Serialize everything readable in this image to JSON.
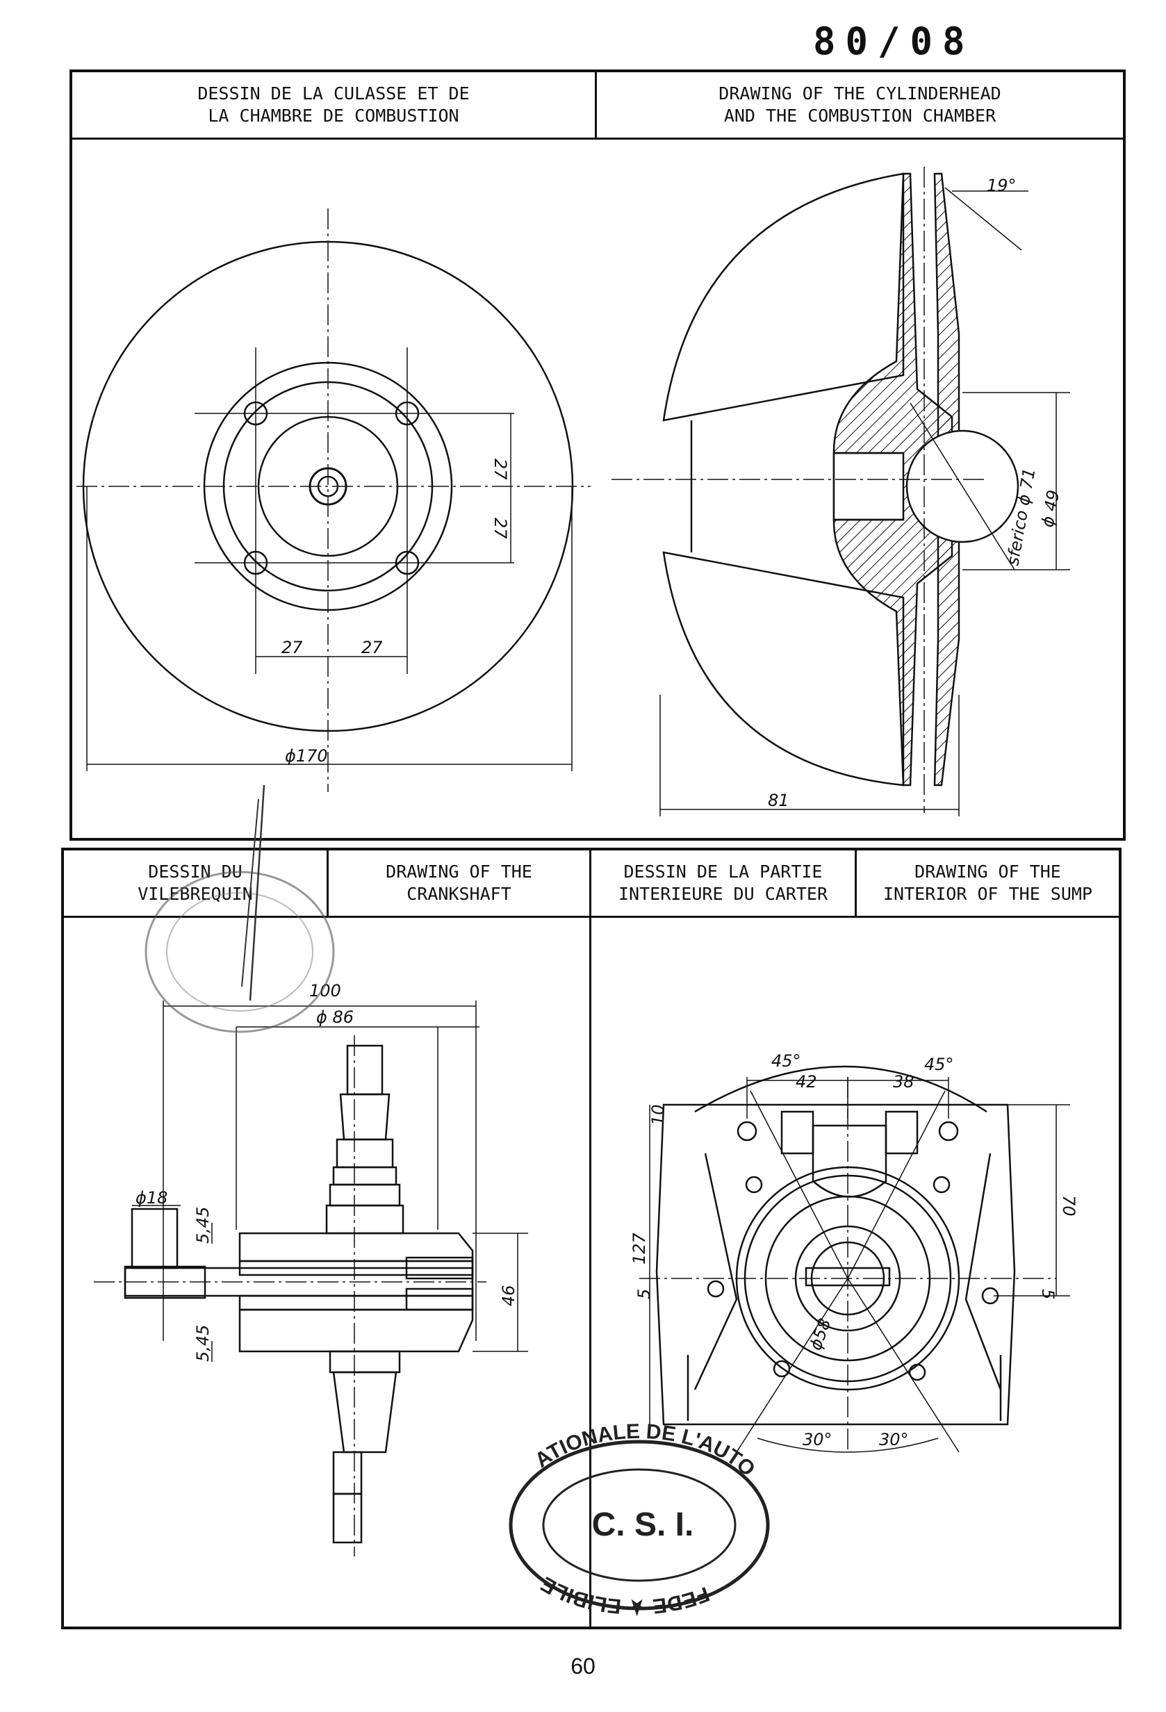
{
  "header": {
    "doc_number": "80/08"
  },
  "top": {
    "title_fr": [
      "DESSIN DE LA CULASSE ET DE",
      "LA CHAMBRE DE COMBUSTION"
    ],
    "title_en": [
      "DRAWING OF THE CYLINDERHEAD",
      "AND THE COMBUSTION CHAMBER"
    ],
    "head_plan": {
      "dim_bolt_x1": "27",
      "dim_bolt_x2": "27",
      "dim_bolt_y1": "27",
      "dim_bolt_y2": "27",
      "dim_diameter": "ϕ170"
    },
    "head_section": {
      "angle": "19°",
      "dim_sphere": "sferico ϕ 71",
      "dim_bore": "ϕ 49",
      "dim_height": "81"
    }
  },
  "bottom_left": {
    "title_fr": [
      "DESSIN DU",
      "VILEBREQUIN"
    ],
    "title_en": [
      "DRAWING OF THE",
      "CRANKSHAFT"
    ],
    "dims": {
      "overall": "100",
      "web_diameter": "ϕ 86",
      "pin_diameter": "ϕ18",
      "web_thickness_top": "5,45",
      "web_thickness_bottom": "5,45",
      "stroke": "46"
    }
  },
  "bottom_right": {
    "title_fr": [
      "DESSIN DE LA PARTIE",
      "INTERIEURE DU CARTER"
    ],
    "title_en": [
      "DRAWING OF THE",
      "INTERIOR OF THE SUMP"
    ],
    "dims": {
      "angle_left": "45°",
      "angle_right": "45°",
      "width_left": "42",
      "width_right": "38",
      "top": "10",
      "right_height": "70",
      "left_height": "127",
      "left_small": "5",
      "right_small": "5",
      "radius": "ϕ58",
      "angle_bottom_left": "30°",
      "angle_bottom_right": "30°"
    }
  },
  "stamp": {
    "center": "C. S. I.",
    "ring_top": "ATIONALE DE L'AUTO",
    "ring_bottom": "FEDE ★ ELIBILE"
  },
  "footer": {
    "page_number": "60"
  }
}
